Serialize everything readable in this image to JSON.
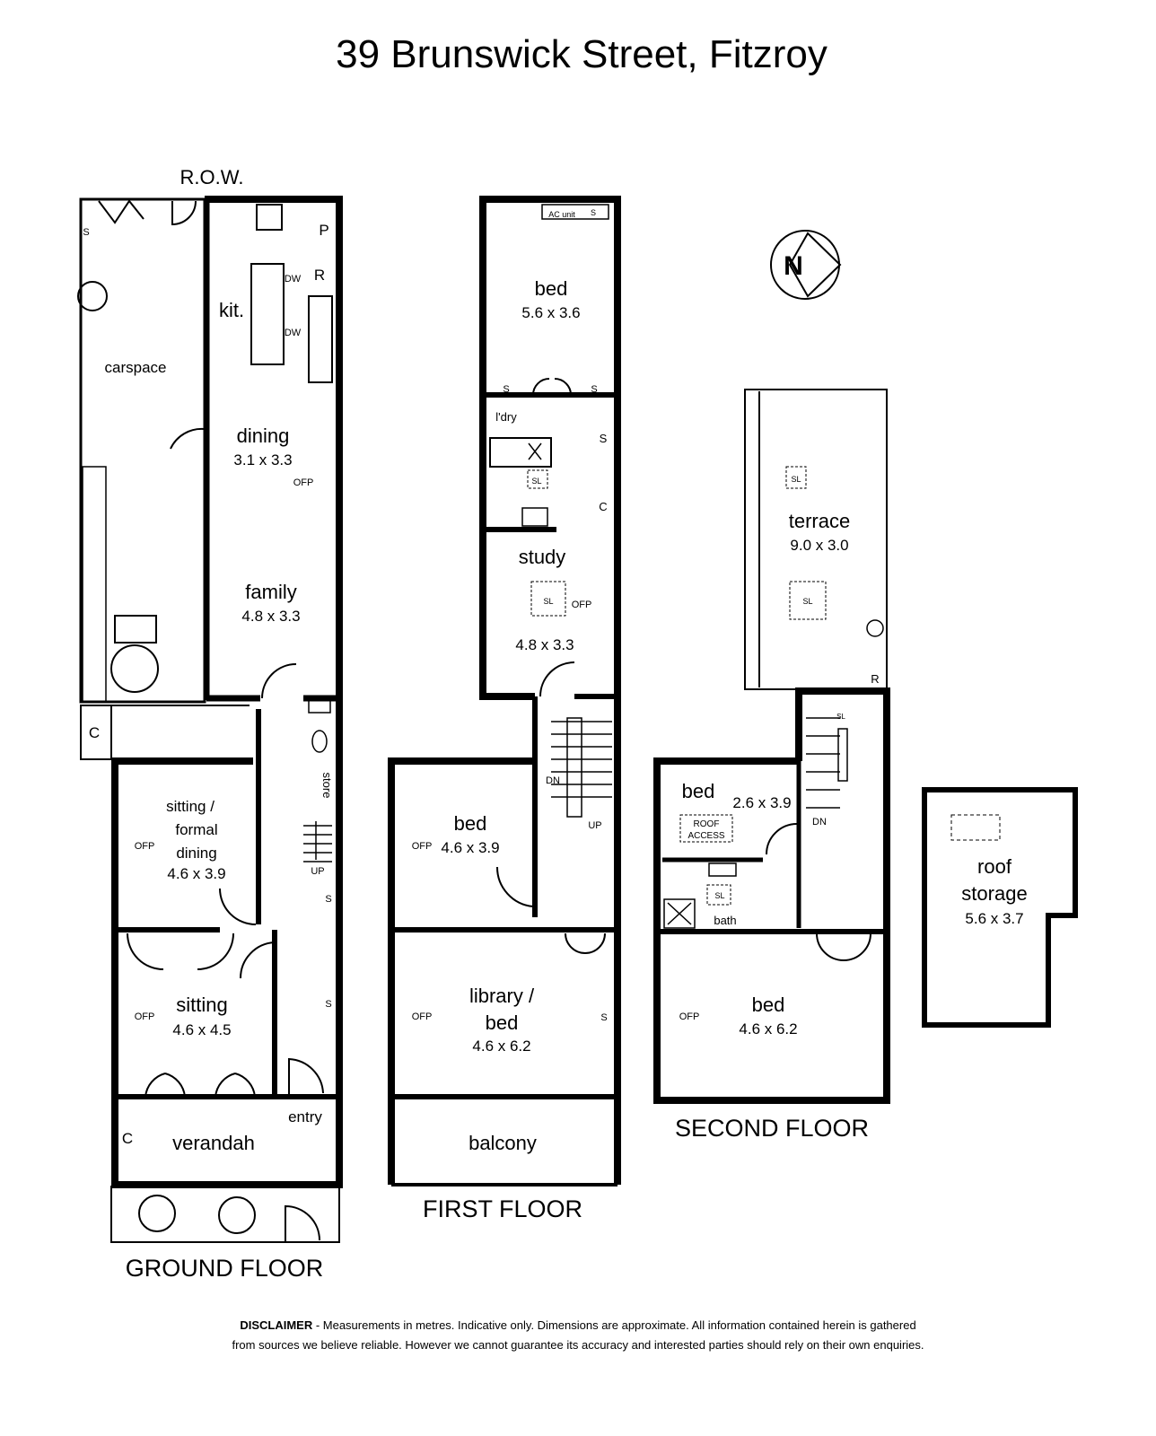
{
  "title": "39 Brunswick Street, Fitzroy",
  "row_label": "R.O.W.",
  "compass_label": "N",
  "ground_floor": {
    "label": "GROUND FLOOR",
    "rooms": {
      "kitchen": "kit.",
      "dw1": "DW",
      "dw2": "DW",
      "pantry": "P",
      "fridge": "R",
      "carspace": "carspace",
      "dining": "dining",
      "dining_dim": "3.1 x 3.3",
      "dining_ofp": "OFP",
      "family": "family",
      "family_dim": "4.8 x 3.3",
      "cupboard": "C",
      "store": "store",
      "up": "UP",
      "sitting_formal_1": "sitting /",
      "sitting_formal_2": "formal",
      "sitting_formal_3": "dining",
      "sitting_formal_dim": "4.6 x 3.9",
      "sitting_formal_ofp": "OFP",
      "s1": "S",
      "s2": "S",
      "sitting": "sitting",
      "sitting_dim": "4.6 x 4.5",
      "sitting_ofp": "OFP",
      "verandah_c": "C",
      "verandah": "verandah",
      "entry": "entry",
      "s_top": "S"
    }
  },
  "first_floor": {
    "label": "FIRST FLOOR",
    "rooms": {
      "ac_unit": "AC unit",
      "ac_s": "S",
      "bed": "bed",
      "bed_dim": "5.6 x 3.6",
      "s_left": "S",
      "s_right": "S",
      "laundry": "l'dry",
      "s_wardrobe": "S",
      "sl": "SL",
      "c": "C",
      "study": "study",
      "study_sl": "SL",
      "study_ofp": "OFP",
      "study_dim": "4.8 x 3.3",
      "dn": "DN",
      "up": "UP",
      "bed2": "bed",
      "bed2_dim": "4.6 x 3.9",
      "bed2_ofp": "OFP",
      "library_1": "library /",
      "library_2": "bed",
      "library_dim": "4.6 x 6.2",
      "library_ofp": "OFP",
      "library_s": "S",
      "balcony": "balcony"
    }
  },
  "second_floor": {
    "label": "SECOND FLOOR",
    "rooms": {
      "terrace": "terrace",
      "terrace_dim": "9.0 x 3.0",
      "sl1": "SL",
      "sl2": "SL",
      "r": "R",
      "sl_stair": "SL",
      "bed": "bed",
      "bed_dim": "2.6 x 3.9",
      "roof_access_1": "ROOF",
      "roof_access_2": "ACCESS",
      "dn": "DN",
      "sl_bath": "SL",
      "bath": "bath",
      "bed2": "bed",
      "bed2_dim": "4.6 x 6.2",
      "bed2_ofp": "OFP"
    }
  },
  "roof_storage": {
    "line1": "roof",
    "line2": "storage",
    "dim": "5.6 x 3.7"
  },
  "disclaimer": {
    "bold": "DISCLAIMER",
    "line1": " - Measurements in metres. Indicative only. Dimensions are approximate. All information contained herein is gathered",
    "line2": "from sources we believe reliable. However we cannot guarantee its accuracy and interested parties should rely on their own enquiries."
  }
}
